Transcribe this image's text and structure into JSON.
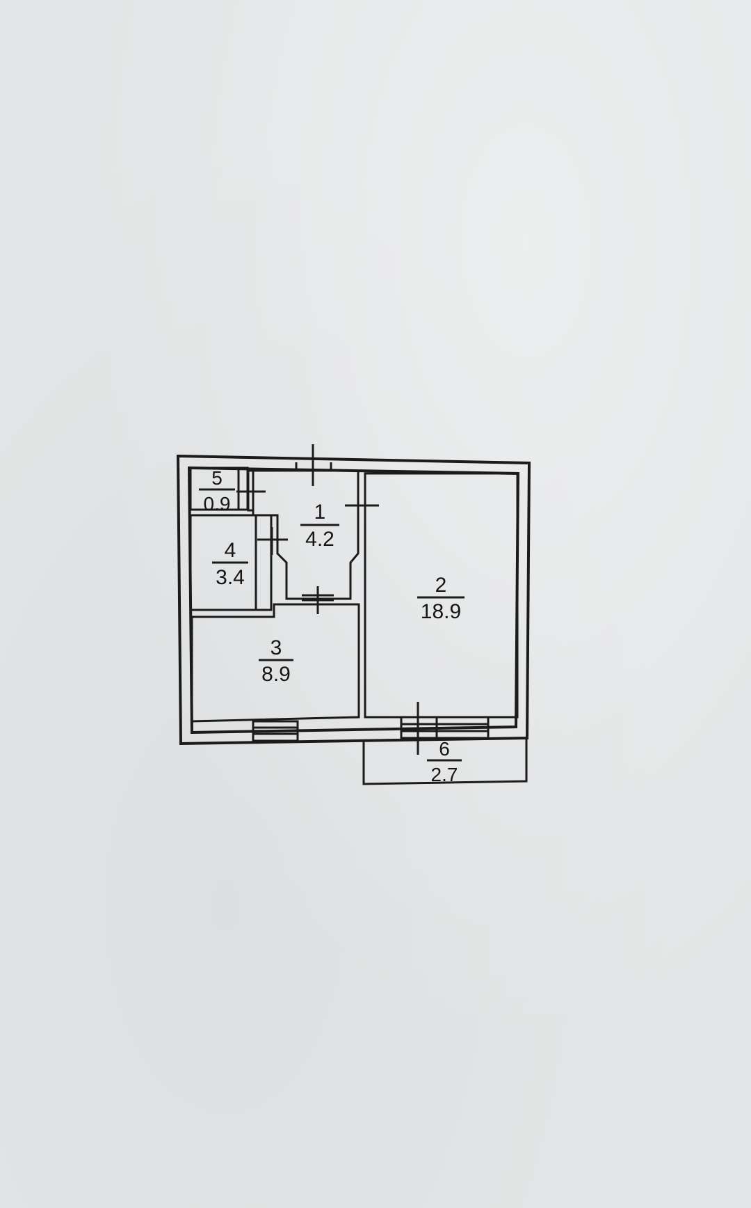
{
  "floor_plan": {
    "rooms": [
      {
        "number": "1",
        "area": "4.2"
      },
      {
        "number": "2",
        "area": "18.9"
      },
      {
        "number": "3",
        "area": "8.9"
      },
      {
        "number": "4",
        "area": "3.4"
      },
      {
        "number": "5",
        "area": "0.9"
      },
      {
        "number": "6",
        "area": "2.7"
      }
    ]
  }
}
